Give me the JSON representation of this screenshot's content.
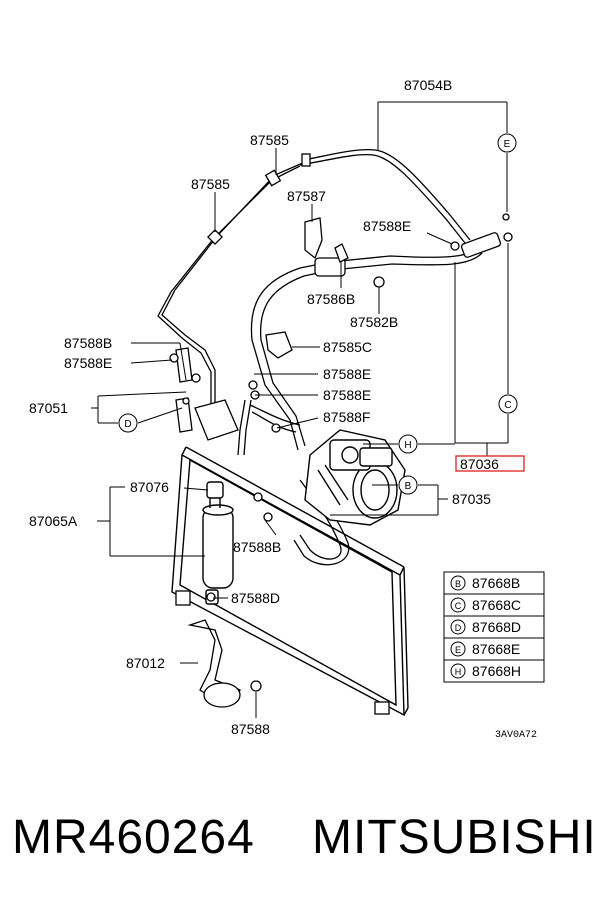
{
  "diagram": {
    "labels": {
      "p87054b": "87054B",
      "p87585_a": "87585",
      "p87585_b": "87585",
      "p87587": "87587",
      "p87588e_top": "87588E",
      "p87586b": "87586B",
      "p87582b": "87582B",
      "p87585c": "87585C",
      "p87588b_left": "87588B",
      "p87588e_left": "87588E",
      "p87588e_mid1": "87588E",
      "p87588e_mid2": "87588E",
      "p87051": "87051",
      "p87588f": "87588F",
      "p87036": "87036",
      "p87076": "87076",
      "p87035": "87035",
      "p87065a": "87065A",
      "p87588b_low": "87588B",
      "p87588d": "87588D",
      "p87012": "87012",
      "p87588": "87588",
      "code": "3AV0A72"
    },
    "circle_letters": {
      "e": "E",
      "c": "C",
      "d": "D",
      "h": "H",
      "b": "B"
    },
    "legend": [
      {
        "letter": "B",
        "part": "87668B"
      },
      {
        "letter": "C",
        "part": "87668C"
      },
      {
        "letter": "D",
        "part": "87668D"
      },
      {
        "letter": "E",
        "part": "87668E"
      },
      {
        "letter": "H",
        "part": "87668H"
      }
    ],
    "highlight_color": "#e03030"
  },
  "caption": {
    "part_number": "MR460264",
    "brand": "MITSUBISHI"
  }
}
